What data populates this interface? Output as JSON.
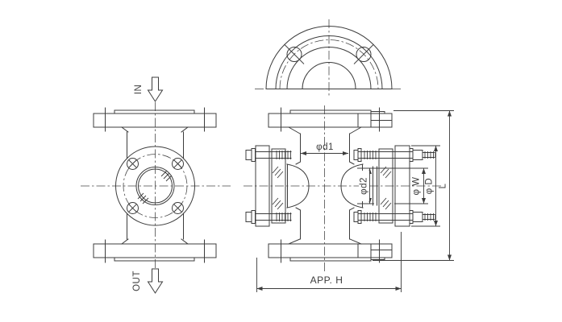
{
  "labels": {
    "in": "IN",
    "out": "OUT"
  },
  "dimensions": {
    "d1": "φd1",
    "d2": "φd2",
    "w": "φ W",
    "d": "φ D",
    "l": "L",
    "h": "APP. H"
  },
  "colors": {
    "line": "#3c3c3c",
    "background": "#ffffff"
  }
}
